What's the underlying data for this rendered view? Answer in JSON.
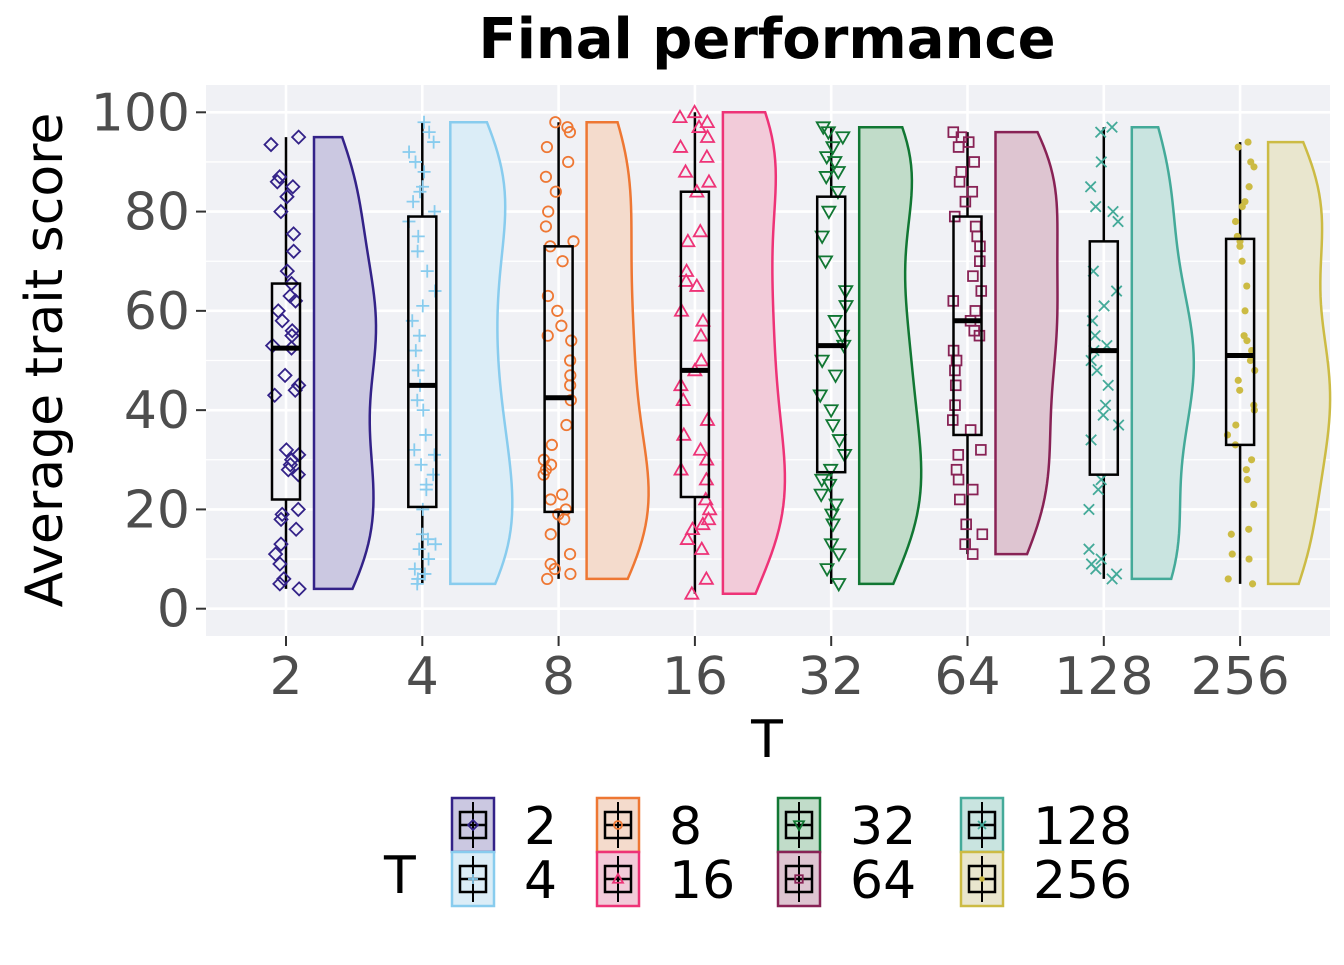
{
  "chart_data": {
    "type": "raincloud",
    "title": "Final performance",
    "xlabel": "T",
    "ylabel": "Average trait score",
    "ylim": [
      -5.5,
      105.5
    ],
    "yticks": [
      0,
      20,
      40,
      60,
      80,
      100
    ],
    "grid": true,
    "legend_position": "bottom",
    "legend_title": "T",
    "categories": [
      "2",
      "4",
      "8",
      "16",
      "32",
      "64",
      "128",
      "256"
    ],
    "series": [
      {
        "name": "2",
        "color": "#332288",
        "fill": "#cbc8e1",
        "marker": "diamond",
        "box": {
          "min": 4,
          "q1": 22,
          "median": 52.5,
          "q3": 65.5,
          "max": 95
        },
        "points": [
          93.5,
          95,
          87,
          86,
          85,
          83,
          80,
          75.5,
          72,
          68,
          65.5,
          63,
          62,
          60,
          58,
          56,
          55,
          53,
          52.5,
          47,
          45,
          44,
          43,
          32,
          31,
          30,
          29,
          28,
          27,
          20,
          19,
          18,
          16,
          13,
          11,
          9,
          6,
          5,
          4
        ]
      },
      {
        "name": "4",
        "color": "#88CCEE",
        "fill": "#dbedf7",
        "marker": "plus",
        "box": {
          "min": 5,
          "q1": 20.5,
          "median": 45,
          "q3": 79,
          "max": 98
        },
        "points": [
          98,
          96,
          94,
          92,
          90,
          88,
          85,
          84,
          82,
          80,
          78,
          75,
          72,
          68,
          64,
          61,
          58,
          55,
          52,
          48,
          45,
          42,
          40,
          35,
          32,
          31,
          29,
          27,
          25,
          24,
          20,
          15,
          14,
          13,
          12,
          10,
          8,
          7,
          6,
          5
        ]
      },
      {
        "name": "8",
        "color": "#EE7733",
        "fill": "#f4dbcc",
        "marker": "circle",
        "box": {
          "min": 6,
          "q1": 19.5,
          "median": 42.5,
          "q3": 73,
          "max": 98
        },
        "points": [
          98,
          97,
          96,
          93,
          90,
          87,
          84,
          80,
          77,
          74,
          73,
          70,
          63,
          60,
          57,
          55,
          54,
          50,
          47,
          45,
          42,
          37,
          33,
          30,
          29,
          28,
          27,
          23,
          22,
          20,
          19,
          18,
          15,
          11,
          9,
          8,
          7,
          6
        ]
      },
      {
        "name": "16",
        "color": "#EE3377",
        "fill": "#f2cbd9",
        "marker": "triangle",
        "box": {
          "min": 3,
          "q1": 22.5,
          "median": 48,
          "q3": 84,
          "max": 100
        },
        "points": [
          100,
          99,
          98,
          97,
          95,
          93,
          91,
          88,
          86,
          84,
          76,
          74,
          68,
          66,
          65,
          60,
          58,
          55,
          50,
          48,
          45,
          42,
          38,
          35,
          32,
          30,
          28,
          26,
          22,
          20,
          18,
          17,
          16,
          14,
          12,
          6,
          3
        ]
      },
      {
        "name": "32",
        "color": "#117733",
        "fill": "#c1dcc9",
        "marker": "triangle-down",
        "box": {
          "min": 5,
          "q1": 27.5,
          "median": 53,
          "q3": 83,
          "max": 97
        },
        "points": [
          97,
          96,
          95,
          93,
          91,
          90,
          88,
          87,
          84,
          80,
          75,
          70,
          64,
          61,
          58,
          55,
          53,
          50,
          47,
          43,
          40,
          37,
          34,
          31,
          28,
          26,
          25,
          23,
          21,
          19,
          17,
          13,
          11,
          8,
          5
        ]
      },
      {
        "name": "64",
        "color": "#882255",
        "fill": "#dec5d1",
        "marker": "square",
        "box": {
          "min": 11,
          "q1": 35,
          "median": 58,
          "q3": 79,
          "max": 96
        },
        "points": [
          96,
          95,
          94,
          93,
          90,
          88,
          86,
          84,
          82,
          79,
          77,
          75,
          73,
          70,
          67,
          64,
          62,
          60,
          58,
          56,
          55,
          52,
          50,
          48,
          45,
          41,
          38,
          36,
          32,
          31,
          28,
          26,
          24,
          22,
          17,
          15,
          13,
          11
        ]
      },
      {
        "name": "128",
        "color": "#44AA99",
        "fill": "#c9e4e0",
        "marker": "x",
        "box": {
          "min": 6,
          "q1": 27,
          "median": 52,
          "q3": 74,
          "max": 97
        },
        "points": [
          97,
          96,
          90,
          85,
          81,
          80,
          78,
          68,
          64,
          61,
          58,
          55,
          53,
          52,
          50,
          48,
          45,
          41,
          39,
          37,
          34,
          26,
          24,
          20,
          12,
          10,
          9,
          8,
          7,
          6
        ]
      },
      {
        "name": "256",
        "color": "#CCBB44",
        "fill": "#e9e6ce",
        "marker": "dot",
        "box": {
          "min": 5,
          "q1": 33,
          "median": 51,
          "q3": 74.5,
          "max": 94
        },
        "points": [
          94,
          93,
          90,
          89,
          85,
          82,
          81,
          78,
          75,
          74,
          73,
          70,
          65,
          60,
          55,
          54,
          52,
          50,
          48,
          46,
          44,
          41,
          40,
          37,
          35,
          33,
          30,
          28,
          26,
          21,
          16,
          15,
          11,
          10,
          6,
          5
        ]
      }
    ]
  }
}
